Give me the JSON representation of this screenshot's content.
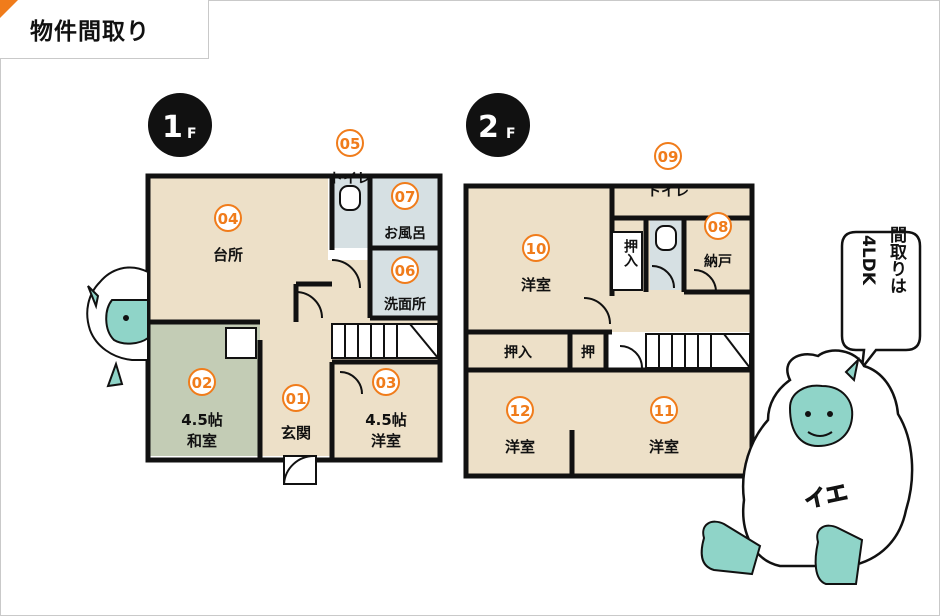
{
  "title": "物件間取り",
  "accent_color": "#f07c1b",
  "colors": {
    "room_fill": "#ede0c8",
    "washitsu_fill": "#c3ccb5",
    "wet_fill": "#d6e0e3",
    "wall": "#111111",
    "creature": "#8fd4c8"
  },
  "floors": [
    {
      "badge": "1",
      "suffix": "F"
    },
    {
      "badge": "2",
      "suffix": "F"
    }
  ],
  "rooms": {
    "r01": {
      "num": "01",
      "name": "玄関"
    },
    "r02": {
      "num": "02",
      "size": "4.5帖",
      "name": "和室"
    },
    "r03": {
      "num": "03",
      "size": "4.5帖",
      "name": "洋室"
    },
    "r04": {
      "num": "04",
      "name": "台所"
    },
    "r05": {
      "num": "05",
      "name": "トイレ"
    },
    "r06": {
      "num": "06",
      "name": "洗面所"
    },
    "r07": {
      "num": "07",
      "name": "お風呂"
    },
    "r08": {
      "num": "08",
      "name": "納戸"
    },
    "r09": {
      "num": "09",
      "name": "トイレ"
    },
    "r10": {
      "num": "10",
      "name": "洋室"
    },
    "r11": {
      "num": "11",
      "name": "洋室"
    },
    "r12": {
      "num": "12",
      "name": "洋室"
    }
  },
  "closets": {
    "oshiire_2f_a": "押入",
    "oshiire_2f_b": "押入",
    "oshi_2f": "押"
  },
  "speech_bubble": {
    "lines": [
      "間取りは",
      "4LDK"
    ]
  },
  "mascot_label": "イエ"
}
